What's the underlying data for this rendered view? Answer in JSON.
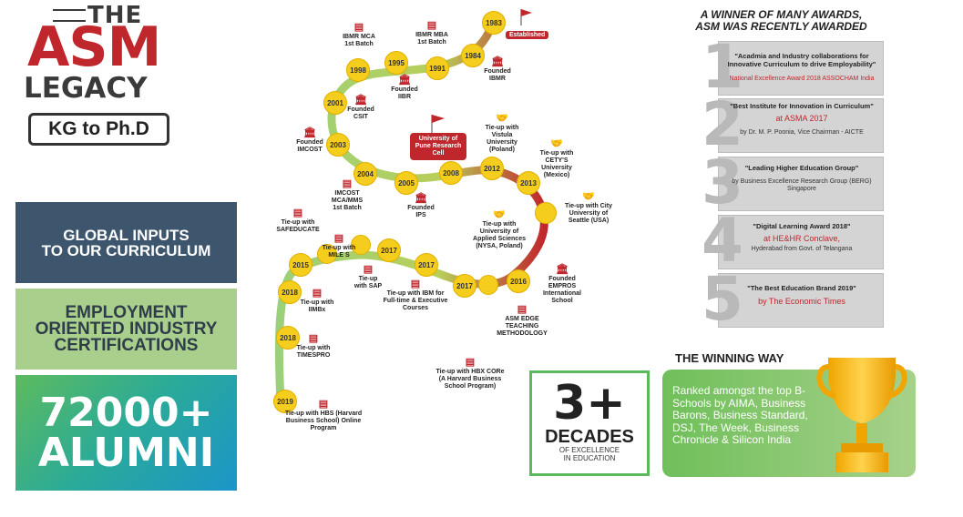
{
  "logo": {
    "the": "THE",
    "asm": "ASM",
    "legacy": "LEGACY",
    "tagline": "KG to Ph.D"
  },
  "panels": {
    "p1_line1": "GLOBAL INPUTS",
    "p1_line2": "TO OUR CURRICULUM",
    "p2_line1": "EMPLOYMENT",
    "p2_line2": "ORIENTED INDUSTRY",
    "p2_line3": "CERTIFICATIONS",
    "p3_line1": "72000+",
    "p3_line2": "ALUMNI"
  },
  "timeline": {
    "established": "Established",
    "pune": "University of Pune Research Cell",
    "years": [
      "1983",
      "1984",
      "1991",
      "1995",
      "1998",
      "2001",
      "2003",
      "2004",
      "2005",
      "2008",
      "2012",
      "2013",
      "2016",
      "2017",
      "2017",
      "2017",
      "2015",
      "2018",
      "2018",
      "2019"
    ],
    "events": {
      "e1": "IBMR MCA 1st Batch",
      "e2": "IBMR MBA 1st Batch",
      "e3": "Founded IBMR",
      "e4": "Founded IIBR",
      "e5": "Founded CSIT",
      "e6": "Founded IMCOST",
      "e7": "IMCOST MCA/MMS 1st Batch",
      "e8": "Founded IPS",
      "e9": "Tie-up with Vistula University (Poland)",
      "e10": "Tie-up with CETY'S University (Mexico)",
      "e11": "Tie-up with City University of Seattle (USA)",
      "e12": "Tie-up with University of Applied Sciences (NYSA, Poland)",
      "e13": "Founded EMPROS International School",
      "e14": "ASM EDGE TEACHING METHODOLOGY",
      "e15": "Tie-up with HBX CORe (A Harvard Business School Program)",
      "e16": "Tie-up with IBM for Full-time & Executive Courses",
      "e17": "Tie-up with SAP",
      "e18": "Tie-up with MILE S",
      "e19": "Tie-up with SAFEDUCATE",
      "e20": "Tie-up with IIMBx",
      "e21": "Tie-up with TIMESPRO",
      "e22": "Tie-up with HBS (Harvard Business School) Online Program"
    }
  },
  "awards": {
    "title_line1": "A WINNER OF MANY AWARDS,",
    "title_line2": "ASM WAS RECENTLY AWARDED",
    "items": [
      {
        "num": "1",
        "text": "\"Acadmia and Industry collaborations for Innovative Curriculum to drive Employability\"",
        "sub": "National Excellence Award 2018 ASSOCHAM India"
      },
      {
        "num": "2",
        "text": "\"Best Institute for Innovation in Curriculum\"",
        "red": "at ASMA 2017",
        "sub": "by Dr. M. P. Poonia, Vice Chairman - AICTE"
      },
      {
        "num": "3",
        "text": "\"Leading Higher Education Group\"",
        "sub": "by Business Excellence Research Group (BERG) Singapore"
      },
      {
        "num": "4",
        "text": "\"Digital Learning Award 2018\"",
        "red": "at HE&HR Conclave,",
        "sub": "Hyderabad from Govt. of Telangana"
      },
      {
        "num": "5",
        "text": "\"The Best Education Brand 2019\"",
        "red": "by The Economic Times"
      }
    ]
  },
  "decades": {
    "big": "3+",
    "word": "DECADES",
    "sub1": "OF EXCELLENCE",
    "sub2": "IN EDUCATION"
  },
  "winning": {
    "title": "THE WINNING WAY",
    "text": "Ranked amongst the top B-Schools by AIMA, Business Barons, Business Standard, DSJ, The Week, Business Chronicle & Silicon India"
  },
  "colors": {
    "red": "#c0272d",
    "navy": "#3d566e",
    "green": "#a9cf8c",
    "yellow": "#f5cd1c",
    "gray": "#d4d4d4"
  }
}
